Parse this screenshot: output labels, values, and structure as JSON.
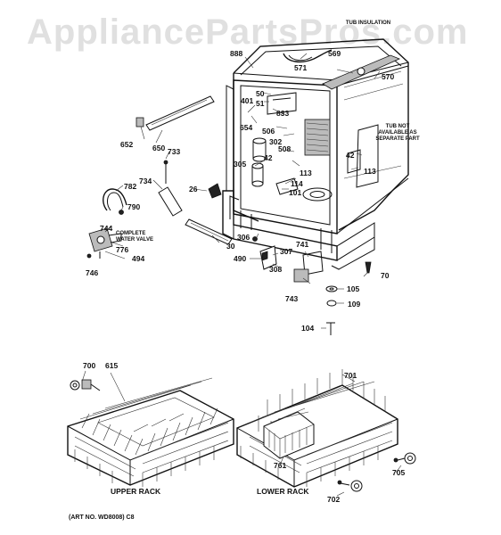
{
  "watermark": "AppliancePartsPros.com",
  "notes": {
    "tub_insulation": "TUB INSULATION",
    "tub_not_available": "TUB NOT AVAILABLE AS SEPARATE PART",
    "complete_water_valve": "COMPLETE WATER VALVE"
  },
  "captions": {
    "upper_rack": "UPPER RACK",
    "lower_rack": "LOWER RACK"
  },
  "art_number": "(ART NO. WD8008) C8",
  "part_numbers": {
    "p888": "888",
    "p569": "569",
    "p571": "571",
    "p570": "570",
    "p50": "50",
    "p51": "51",
    "p401": "401",
    "p833": "833",
    "p654": "654",
    "p506": "506",
    "p302": "302",
    "p508": "508",
    "p42a": "42",
    "p42b": "42",
    "p305": "305",
    "p113a": "113",
    "p113b": "113",
    "p114": "114",
    "p101": "101",
    "p652": "652",
    "p650": "650",
    "p733": "733",
    "p734": "734",
    "p782": "782",
    "p790": "790",
    "p26": "26",
    "p744": "744",
    "p776": "776",
    "p494": "494",
    "p746": "746",
    "p30": "30",
    "p306": "306",
    "p307": "307",
    "p741": "741",
    "p490": "490",
    "p308": "308",
    "p70": "70",
    "p743": "743",
    "p105": "105",
    "p109": "109",
    "p104": "104",
    "p700": "700",
    "p615": "615",
    "p701": "701",
    "p761": "761",
    "p705": "705",
    "p702": "702"
  }
}
